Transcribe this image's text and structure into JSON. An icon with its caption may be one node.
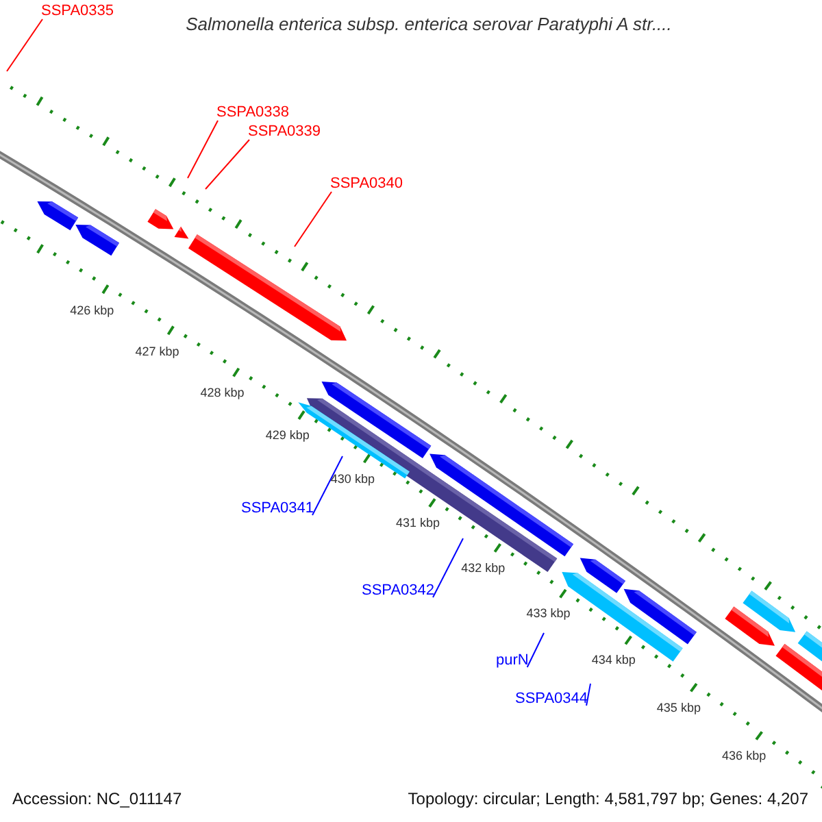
{
  "diagram": {
    "title": "Salmonella enterica subsp. enterica serovar Paratyphi A str....",
    "nodes": [
      {
        "text": [
          "SSPA0335"
        ]
      },
      {
        "text": [
          "SSPA0338"
        ]
      },
      {
        "text": [
          "SSPA0339"
        ]
      },
      {
        "text": [
          "SSPA0340"
        ]
      },
      {
        "text": [
          "SSPA0341"
        ]
      },
      {
        "text": [
          "SSPA0342"
        ]
      },
      {
        "text": [
          "purN"
        ]
      },
      {
        "text": [
          "SSPA0344"
        ]
      }
    ],
    "edges": [
      {
        "from": 0,
        "to": null,
        "arrow": "none"
      },
      {
        "from": 1,
        "to": null,
        "arrow": "none"
      },
      {
        "from": 2,
        "to": null,
        "arrow": "none"
      },
      {
        "from": 3,
        "to": null,
        "arrow": "none"
      },
      {
        "from": 4,
        "to": null,
        "arrow": "none",
        "color": "#0000ff"
      },
      {
        "from": 5,
        "to": null,
        "arrow": "none",
        "color": "#0000ff"
      },
      {
        "from": 6,
        "to": null,
        "arrow": "none",
        "color": "#0000ff"
      },
      {
        "from": 7,
        "to": null,
        "arrow": "none",
        "color": "#0000ff"
      }
    ],
    "labels": [
      "426 kbp",
      "427 kbp",
      "428 kbp",
      "429 kbp",
      "430 kbp",
      "431 kbp",
      "432 kbp",
      "433 kbp",
      "434 kbp",
      "435 kbp",
      "436 kbp",
      "Accession: NC_011147",
      "Topology: circular; Length: 4,581,797 bp; Genes: 4,207"
    ]
  }
}
